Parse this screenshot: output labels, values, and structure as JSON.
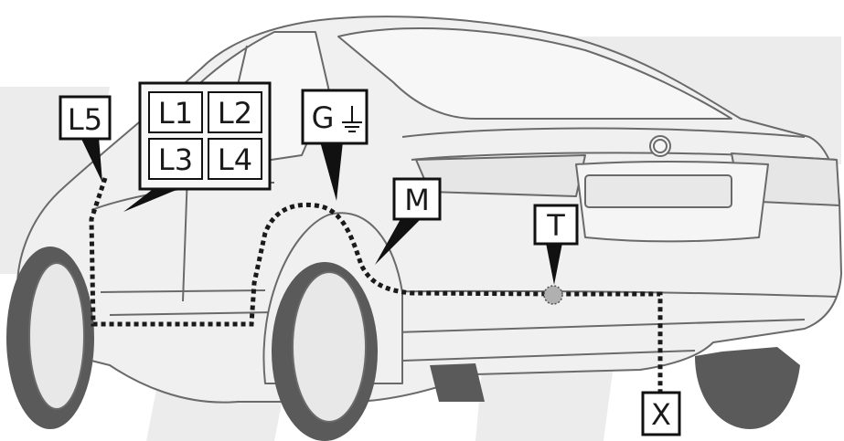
{
  "labels": {
    "l1": "L1",
    "l2": "L2",
    "l3": "L3",
    "l4": "L4",
    "l5": "L5",
    "g": "G",
    "m": "M",
    "t": "T",
    "x": "X"
  },
  "icons": {
    "ground": "ground-symbol-icon"
  },
  "colors": {
    "car_fill": "#efefef",
    "car_outline": "#6a6a6a",
    "tire": "#555555",
    "watermark": "#ececec",
    "wire": "#1a1a1a",
    "callout": "#111111"
  }
}
